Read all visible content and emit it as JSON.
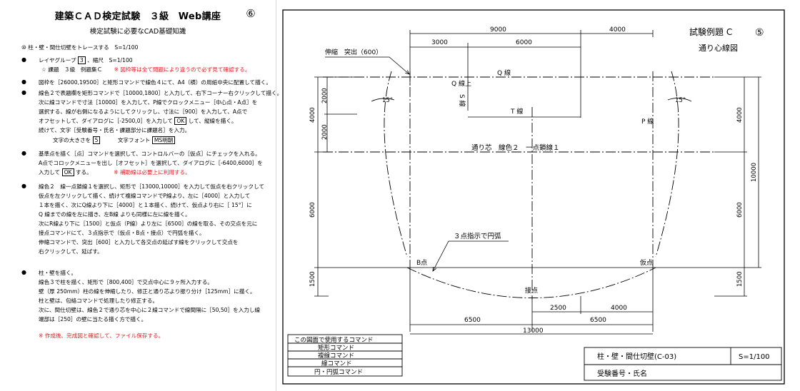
{
  "header": {
    "title": "建築ＣＡＤ検定試験　３級　Web講座",
    "page_num": "⑥",
    "subtitle": "検定試験に必要なCAD基礎知識"
  },
  "instructions": {
    "s10": "⑩ 柱・壁・間仕切壁をトレースする　S=1/100",
    "layer_line": "レイヤグループ",
    "layer_val": "3",
    "scale_part": "、縮尺　S=1/100",
    "task_line": "☆ 課題　３級　例題集Ｃ",
    "task_note": "※ 図枠等は全て問題により違うので必ず見て確認する。",
    "b2": "図枠を［26000,19500］と矩形コマンドで線色４にて、A4（横）の用紙中央に配置して描く。",
    "b3_1": "線色２で表題欄を矩形コマンドで［10000,1800］と入力して、右下コーナー右クリックして描く。",
    "b3_2": "次に線コマンドで寸法［10000］を入力して、P線でクロックメニュー［中心点・A点］を",
    "b3_3": "選択する、線が右側になるようにしてクリックし、寸法に［900］を入力して、A点で",
    "b3_4a": "オフセットして、ダイアログに［-2500,0］を入力して",
    "b3_4ok": "OK",
    "b3_4b": "して、縦線を描く。",
    "b3_5": "続けて、文字［受験番号・氏名・課題部分に課題名］を入力。",
    "b3_6a": "文字の大きさを",
    "b3_6v": "5",
    "b3_6b": "文字フォント",
    "b3_6f": "MS明朝",
    "b4_1": "基準点を描く［点］コマンドを選択して、コントロルバーの［仮点］にチェックを入れる。",
    "b4_2": "A点でコロックメニューを出し［オフセット］を選択して、ダイアログに［-6400,6000］を",
    "b4_3a": "入力して",
    "b4_3ok": "OK",
    "b4_3b": "する。",
    "b4_note": "※ 補助線は必要上に利用する。",
    "b5_1": "線色２　線一点鎖線１を選択し、矩形で［13000,10000］を入力して仮点を右クリックして",
    "b5_2": "仮点を左クリックして描く、続けて複線コマンドでP線より、左に［4000］と入力して",
    "b5_3": "１本を描く、次にQ線より下に［4000］と１本描く、続けて、仮点より右に［ 15°］に",
    "b5_4": "Q 線までの線を左に描き、左B線 よりも同様に左に線を描く。",
    "b5_5": "次にR線より下に［1500］と仮点（P線）より左に［6500］の線を取る、その交点を元に",
    "b5_6": "接点コマンドにて、３点指示で（仮点・B点・接点）で円弧を描く。",
    "b5_7": "伸縮コマンドで、突出［600］と入力して各交点の延ばす線をクリックして交点を",
    "b5_8": "右クリックして、延ばす。",
    "b6_1": "柱・壁を描く。",
    "b6_2": "線色３で柱を描く、矩形で［800,400］で交点中心に９ヶ所入力する。",
    "b6_3": "壁（厚 250mm）柱の線を伸縮したり、修正と通り芯より振り分け［125mm］に描く。",
    "b6_4": "柱と壁は、包絡コマンドで処理したり修正する。",
    "b6_5": "次に、間仕切壁は、線色２で通り芯を中心に２線コマンドで線間隔に［50,50］を入力し線",
    "b6_6": "端部は［250］の壁に当たる描く方で描く。",
    "final_note": "※ 作成後、完成図と確認して、ファイル保存する。"
  },
  "drawing": {
    "example_title": "試験例題 C",
    "example_num": "⑤",
    "subtitle": "通り心線図",
    "extend_label": "伸縮　突出（600）",
    "line_labels": {
      "q": "Q 線",
      "q_upper": "Q 線上",
      "s": "S 線",
      "t": "T 線",
      "p": "P 線",
      "center": "通り芯　線色２　一点鎖線１"
    },
    "angle": "15°",
    "arc_label": "３点指示で円弧",
    "points": {
      "b": "B点",
      "temp": "仮点",
      "tangent": "接点"
    },
    "dims": {
      "top_9000": "9000",
      "top_4000": "4000",
      "top_3000": "3000",
      "top_6000": "6000",
      "left_2000a": "2000",
      "left_2000b": "2000",
      "left_4000": "4000",
      "left_6000": "6000",
      "left_1500": "1500",
      "right_4000": "4000",
      "right_10000": "10000",
      "right_6000": "6000",
      "right_1500": "1500",
      "bot_2500": "2500",
      "bot_4000": "4000",
      "bot_6500a": "6500",
      "bot_6500b": "6500",
      "bot_13000": "13000"
    },
    "commands_header": "この図面で使用するコマンド",
    "commands": [
      "矩形コマンド",
      "複線コマンド",
      "線コマンド",
      "円・円弧コマンド"
    ],
    "title_block": {
      "name": "柱・壁・間仕切壁(C-03)",
      "scale": "S=1/100",
      "examinee": "受験番号・氏名"
    }
  }
}
